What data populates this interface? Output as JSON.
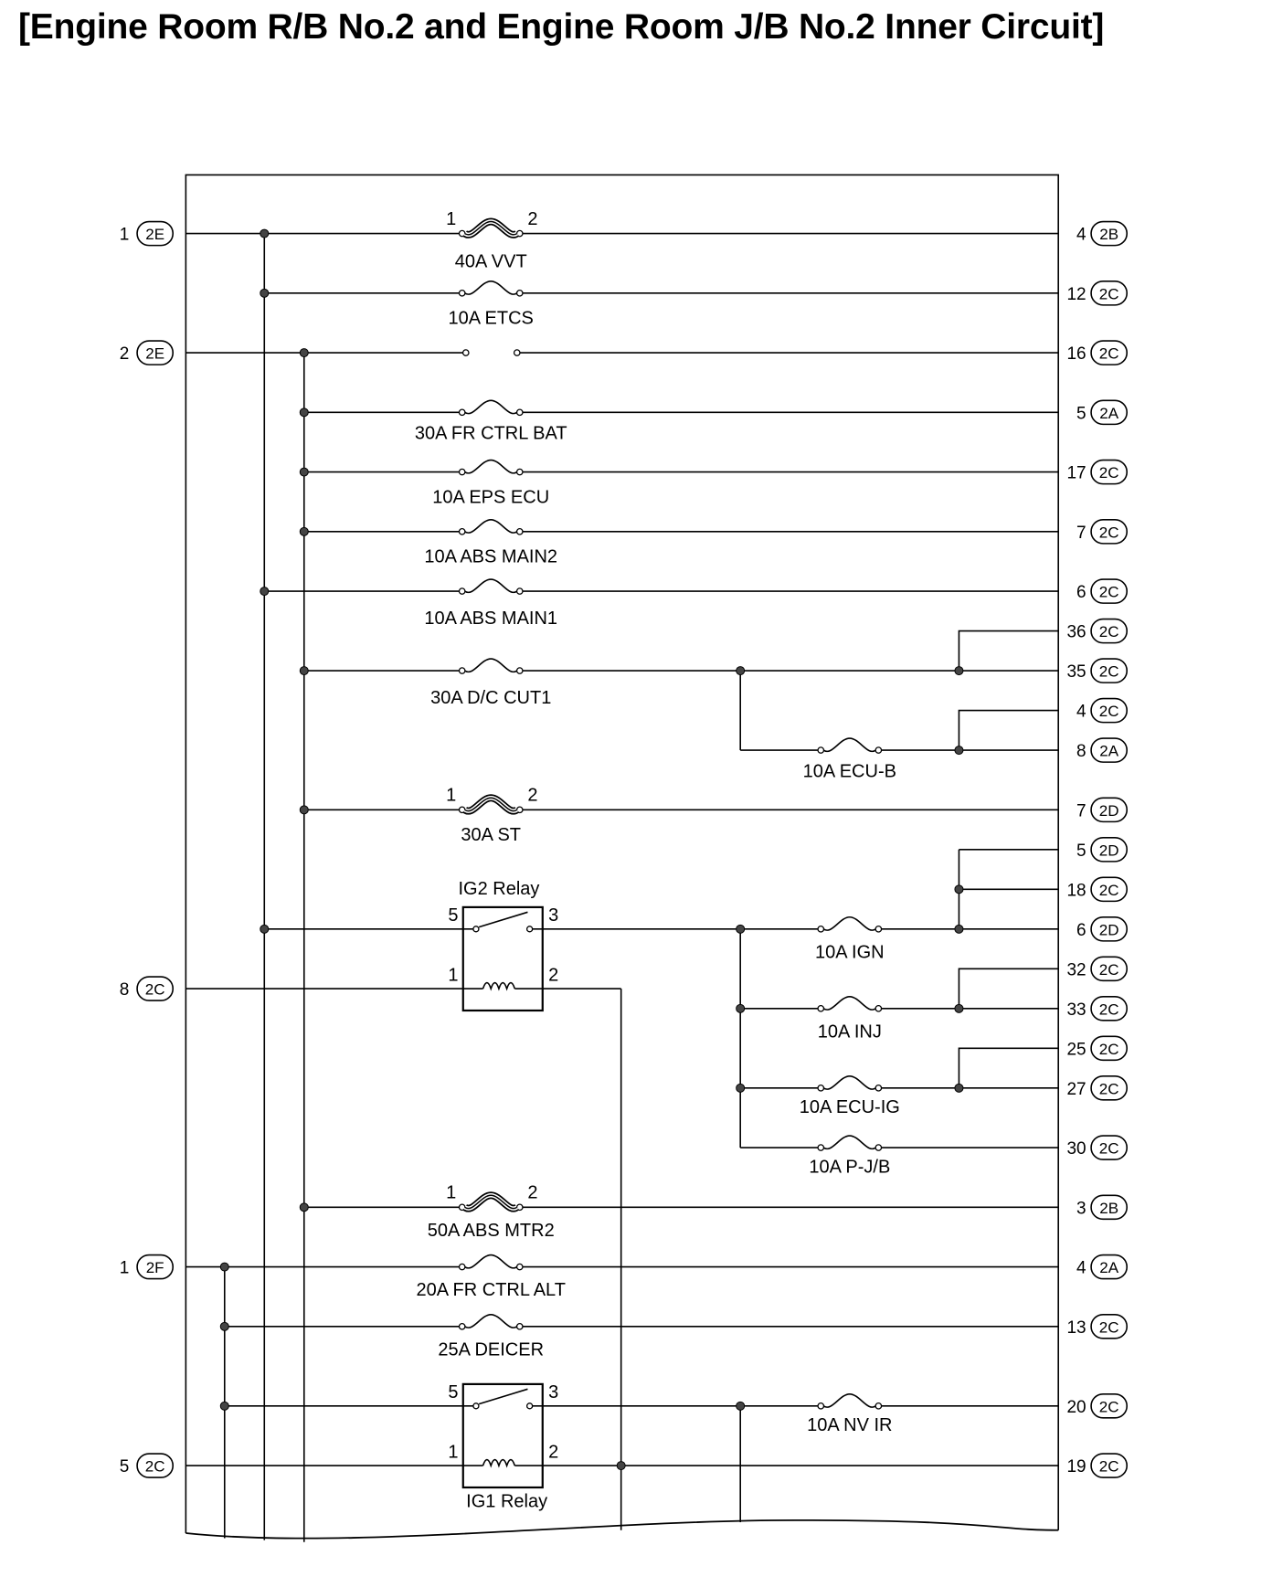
{
  "title": "[Engine Room R/B No.2 and Engine Room J/B No.2 Inner Circuit]",
  "fuses": [
    {
      "id": "vvt",
      "label": "40A VVT",
      "pin_a": "1",
      "pin_b": "2"
    },
    {
      "id": "etcs",
      "label": "10A ETCS"
    },
    {
      "id": "fr_ctrl_bat",
      "label": "30A FR CTRL BAT"
    },
    {
      "id": "eps_ecu",
      "label": "10A EPS ECU"
    },
    {
      "id": "abs_main2",
      "label": "10A ABS MAIN2"
    },
    {
      "id": "abs_main1",
      "label": "10A ABS MAIN1"
    },
    {
      "id": "dc_cut1",
      "label": "30A D/C CUT1"
    },
    {
      "id": "ecu_b",
      "label": "10A ECU-B"
    },
    {
      "id": "st",
      "label": "30A ST",
      "pin_a": "1",
      "pin_b": "2"
    },
    {
      "id": "ign",
      "label": "10A IGN"
    },
    {
      "id": "inj",
      "label": "10A INJ"
    },
    {
      "id": "ecu_ig",
      "label": "10A ECU-IG"
    },
    {
      "id": "p_jb",
      "label": "10A P-J/B"
    },
    {
      "id": "abs_mtr2",
      "label": "50A ABS MTR2",
      "pin_a": "1",
      "pin_b": "2"
    },
    {
      "id": "fr_ctrl_alt",
      "label": "20A FR CTRL ALT"
    },
    {
      "id": "deicer",
      "label": "25A DEICER"
    },
    {
      "id": "nv_ir",
      "label": "10A NV IR"
    }
  ],
  "relays": [
    {
      "id": "ig2",
      "label": "IG2 Relay",
      "pins": [
        "5",
        "3",
        "1",
        "2"
      ]
    },
    {
      "id": "ig1",
      "label": "IG1 Relay",
      "pins": [
        "5",
        "3",
        "1",
        "2"
      ]
    }
  ],
  "left_connectors": [
    {
      "pin": "1",
      "code": "2E"
    },
    {
      "pin": "2",
      "code": "2E"
    },
    {
      "pin": "8",
      "code": "2C"
    },
    {
      "pin": "1",
      "code": "2F"
    },
    {
      "pin": "5",
      "code": "2C"
    }
  ],
  "right_connectors": [
    {
      "pin": "4",
      "code": "2B"
    },
    {
      "pin": "12",
      "code": "2C"
    },
    {
      "pin": "16",
      "code": "2C"
    },
    {
      "pin": "5",
      "code": "2A"
    },
    {
      "pin": "17",
      "code": "2C"
    },
    {
      "pin": "7",
      "code": "2C"
    },
    {
      "pin": "6",
      "code": "2C"
    },
    {
      "pin": "36",
      "code": "2C"
    },
    {
      "pin": "35",
      "code": "2C"
    },
    {
      "pin": "4",
      "code": "2C"
    },
    {
      "pin": "8",
      "code": "2A"
    },
    {
      "pin": "7",
      "code": "2D"
    },
    {
      "pin": "5",
      "code": "2D"
    },
    {
      "pin": "18",
      "code": "2C"
    },
    {
      "pin": "6",
      "code": "2D"
    },
    {
      "pin": "32",
      "code": "2C"
    },
    {
      "pin": "33",
      "code": "2C"
    },
    {
      "pin": "25",
      "code": "2C"
    },
    {
      "pin": "27",
      "code": "2C"
    },
    {
      "pin": "30",
      "code": "2C"
    },
    {
      "pin": "3",
      "code": "2B"
    },
    {
      "pin": "4",
      "code": "2A"
    },
    {
      "pin": "13",
      "code": "2C"
    },
    {
      "pin": "20",
      "code": "2C"
    },
    {
      "pin": "19",
      "code": "2C"
    }
  ]
}
